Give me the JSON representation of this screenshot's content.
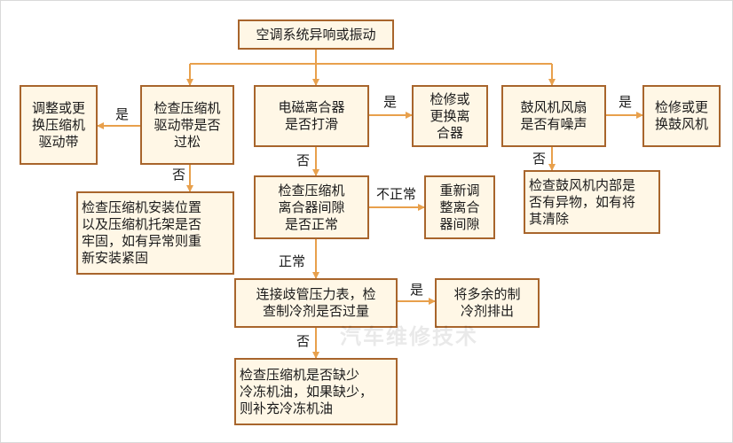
{
  "nodes": {
    "start": "空调系统异响或振动",
    "check_belt": "检查压缩机\n驱动带是否\n过松",
    "adjust_belt": "调整或更\n换压缩机\n驱动带",
    "check_mount": "检查压缩机安装位置\n以及压缩机托架是否\n牢固，如有异常则重\n新安装紧固",
    "clutch_slip": "电磁离合器\n是否打滑",
    "repair_clutch": "检修或\n更换离\n合器",
    "check_gap": "检查压缩机\n离合器间隙\n是否正常",
    "readjust_gap": "重新调\n整离合\n器间隙",
    "gauge_check": "连接歧管压力表，检\n查制冷剂是否过量",
    "drain_refrigerant": "将多余的制\n冷剂排出",
    "check_oil": "检查压缩机是否缺少\n冷冻机油，如果缺少，\n则补充冷冻机油",
    "fan_noise": "鼓风机风扇\n是否有噪声",
    "repair_fan": "检修或更\n换鼓风机",
    "fan_foreign": "检查鼓风机内部是\n否有异物，如有将\n其清除"
  },
  "edge_labels": {
    "belt_yes": "是",
    "belt_no": "否",
    "clutch_yes": "是",
    "clutch_no": "否",
    "gap_abnormal": "不正常",
    "gap_normal": "正常",
    "gauge_yes": "是",
    "gauge_no": "否",
    "fan_yes": "是",
    "fan_no": "否"
  },
  "watermark": "汽车维修技术",
  "colors": {
    "border": "#a8652c",
    "fill": "#fff7e6",
    "line": "#e8a04c"
  }
}
